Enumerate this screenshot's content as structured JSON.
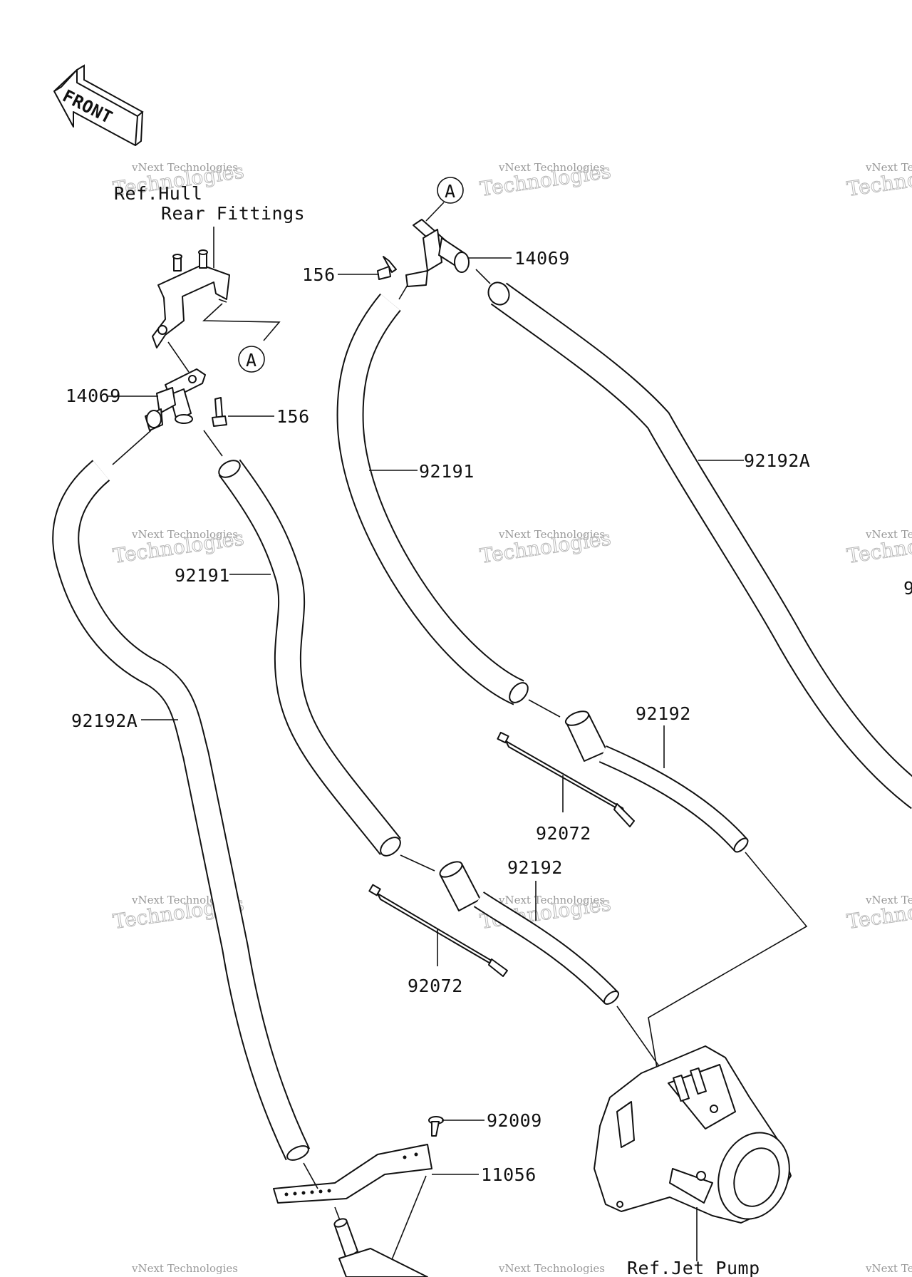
{
  "watermark": {
    "line1": "vNext Technologies",
    "line2": "Technologies",
    "logo": "vNext"
  },
  "front_arrow": {
    "text": "FRONT"
  },
  "labels": {
    "ref_hull": "Ref.Hull",
    "rear_fittings": "Rear Fittings",
    "ref_jet_pump": "Ref.Jet Pump",
    "callout_a_top": "A",
    "callout_a_left": "A",
    "part_14069_top": "14069",
    "part_156_top": "156",
    "part_14069_left": "14069",
    "part_156_left": "156",
    "part_92191_right": "92191",
    "part_92192a_right": "92192A",
    "part_92191_left": "92191",
    "part_92192a_left": "92192A",
    "part_92192_upper": "92192",
    "part_92072_upper": "92072",
    "part_92192_lower": "92192",
    "part_92072_lower": "92072",
    "part_92009": "92009",
    "part_11056": "11056",
    "edge_partial": "9"
  }
}
